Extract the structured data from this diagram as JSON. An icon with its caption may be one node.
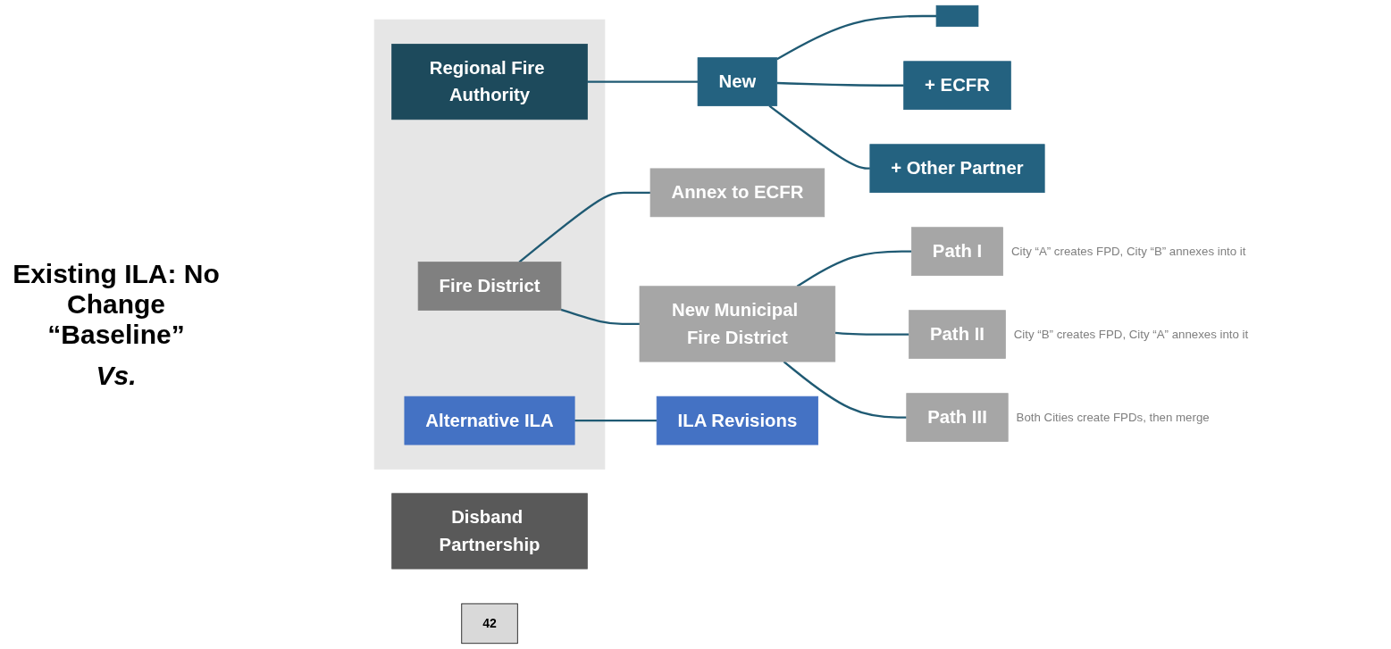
{
  "diagram": {
    "nodes": [
      {
        "text": [],
        "shape": "box"
      },
      {
        "text": [
          "Regional Fire Authority"
        ],
        "in": 0
      },
      {
        "text": [
          "Fire District"
        ],
        "in": 0
      },
      {
        "text": [
          "Alternative ILA"
        ],
        "in": 0
      },
      {
        "text": [
          "New"
        ]
      },
      {
        "text": [],
        "shape": "box"
      },
      {
        "text": [
          "+ ECFR"
        ]
      },
      {
        "text": [
          "+ Other Partner"
        ]
      },
      {
        "text": [
          "Annex to ECFR"
        ]
      },
      {
        "text": [
          "New Municipal Fire District"
        ]
      },
      {
        "text": [
          "Path I"
        ],
        "beside": [
          "City “A” creates FPD, City “B” annexes into it"
        ]
      },
      {
        "text": [
          "Path II"
        ],
        "beside": [
          "City “B” creates FPD, City “A” annexes into it"
        ]
      },
      {
        "text": [
          "Path III"
        ],
        "beside": [
          "Both Cities create FPDs, then merge"
        ]
      },
      {
        "text": [
          "ILA Revisions"
        ]
      },
      {
        "text": [
          "Disband Partnership"
        ]
      },
      {
        "text": [
          "42"
        ]
      }
    ],
    "edges": [
      {
        "from": 1,
        "to": 4,
        "arrow": "none"
      },
      {
        "from": 4,
        "to": 5,
        "arrow": "none"
      },
      {
        "from": 4,
        "to": 6,
        "arrow": "none"
      },
      {
        "from": 4,
        "to": 7,
        "arrow": "none"
      },
      {
        "from": 2,
        "to": 8,
        "arrow": "none"
      },
      {
        "from": 2,
        "to": 9,
        "arrow": "none"
      },
      {
        "from": 9,
        "to": 10,
        "arrow": "none"
      },
      {
        "from": 9,
        "to": 11,
        "arrow": "none"
      },
      {
        "from": 9,
        "to": 12,
        "arrow": "none"
      },
      {
        "from": 3,
        "to": 13,
        "arrow": "none"
      }
    ],
    "labels": [
      "Existing ILA: No Change “Baseline”",
      "Vs."
    ]
  }
}
